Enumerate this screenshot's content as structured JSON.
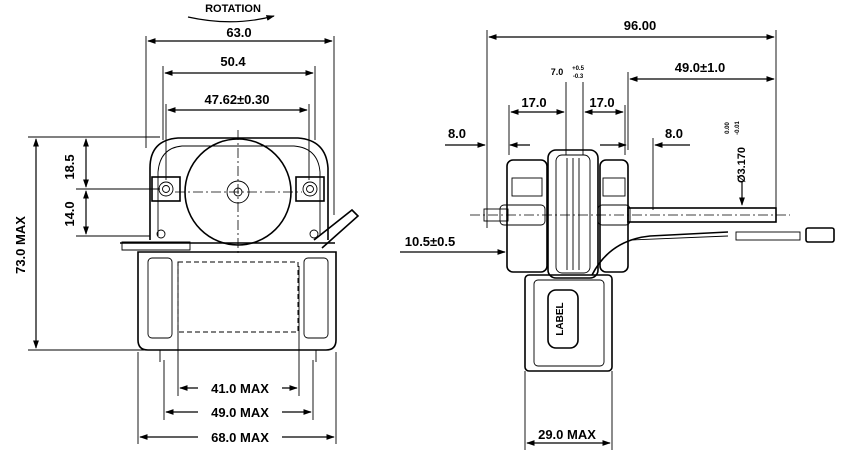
{
  "front_view": {
    "rotation_label": "ROTATION",
    "dim_overall_width": "63.0",
    "dim_mount_width": "50.4",
    "dim_hole_spacing": "47.62±0.30",
    "dim_upper_height": "18.5",
    "dim_lower_height": "14.0",
    "dim_total_height": "73.0 MAX",
    "dim_coil_inner": "41.0 MAX",
    "dim_coil_mid": "49.0 MAX",
    "dim_coil_outer": "68.0 MAX"
  },
  "side_view": {
    "dim_total_length": "96.00",
    "dim_shaft_width": "7.0",
    "dim_shaft_tol_upper": "+0.5",
    "dim_shaft_tol_lower": "-0.3",
    "dim_shaft_length": "49.0±1.0",
    "dim_left_span": "17.0",
    "dim_right_span": "17.0",
    "dim_left_offset": "8.0",
    "dim_right_offset": "8.0",
    "dim_shaft_dia": "Ø3.170",
    "dim_shaft_dia_tol_upper": "0.00",
    "dim_shaft_dia_tol_lower": "-0.01",
    "dim_axis_height": "10.5±0.5",
    "dim_coil_width": "29.0 MAX",
    "label_text": "LABEL"
  }
}
